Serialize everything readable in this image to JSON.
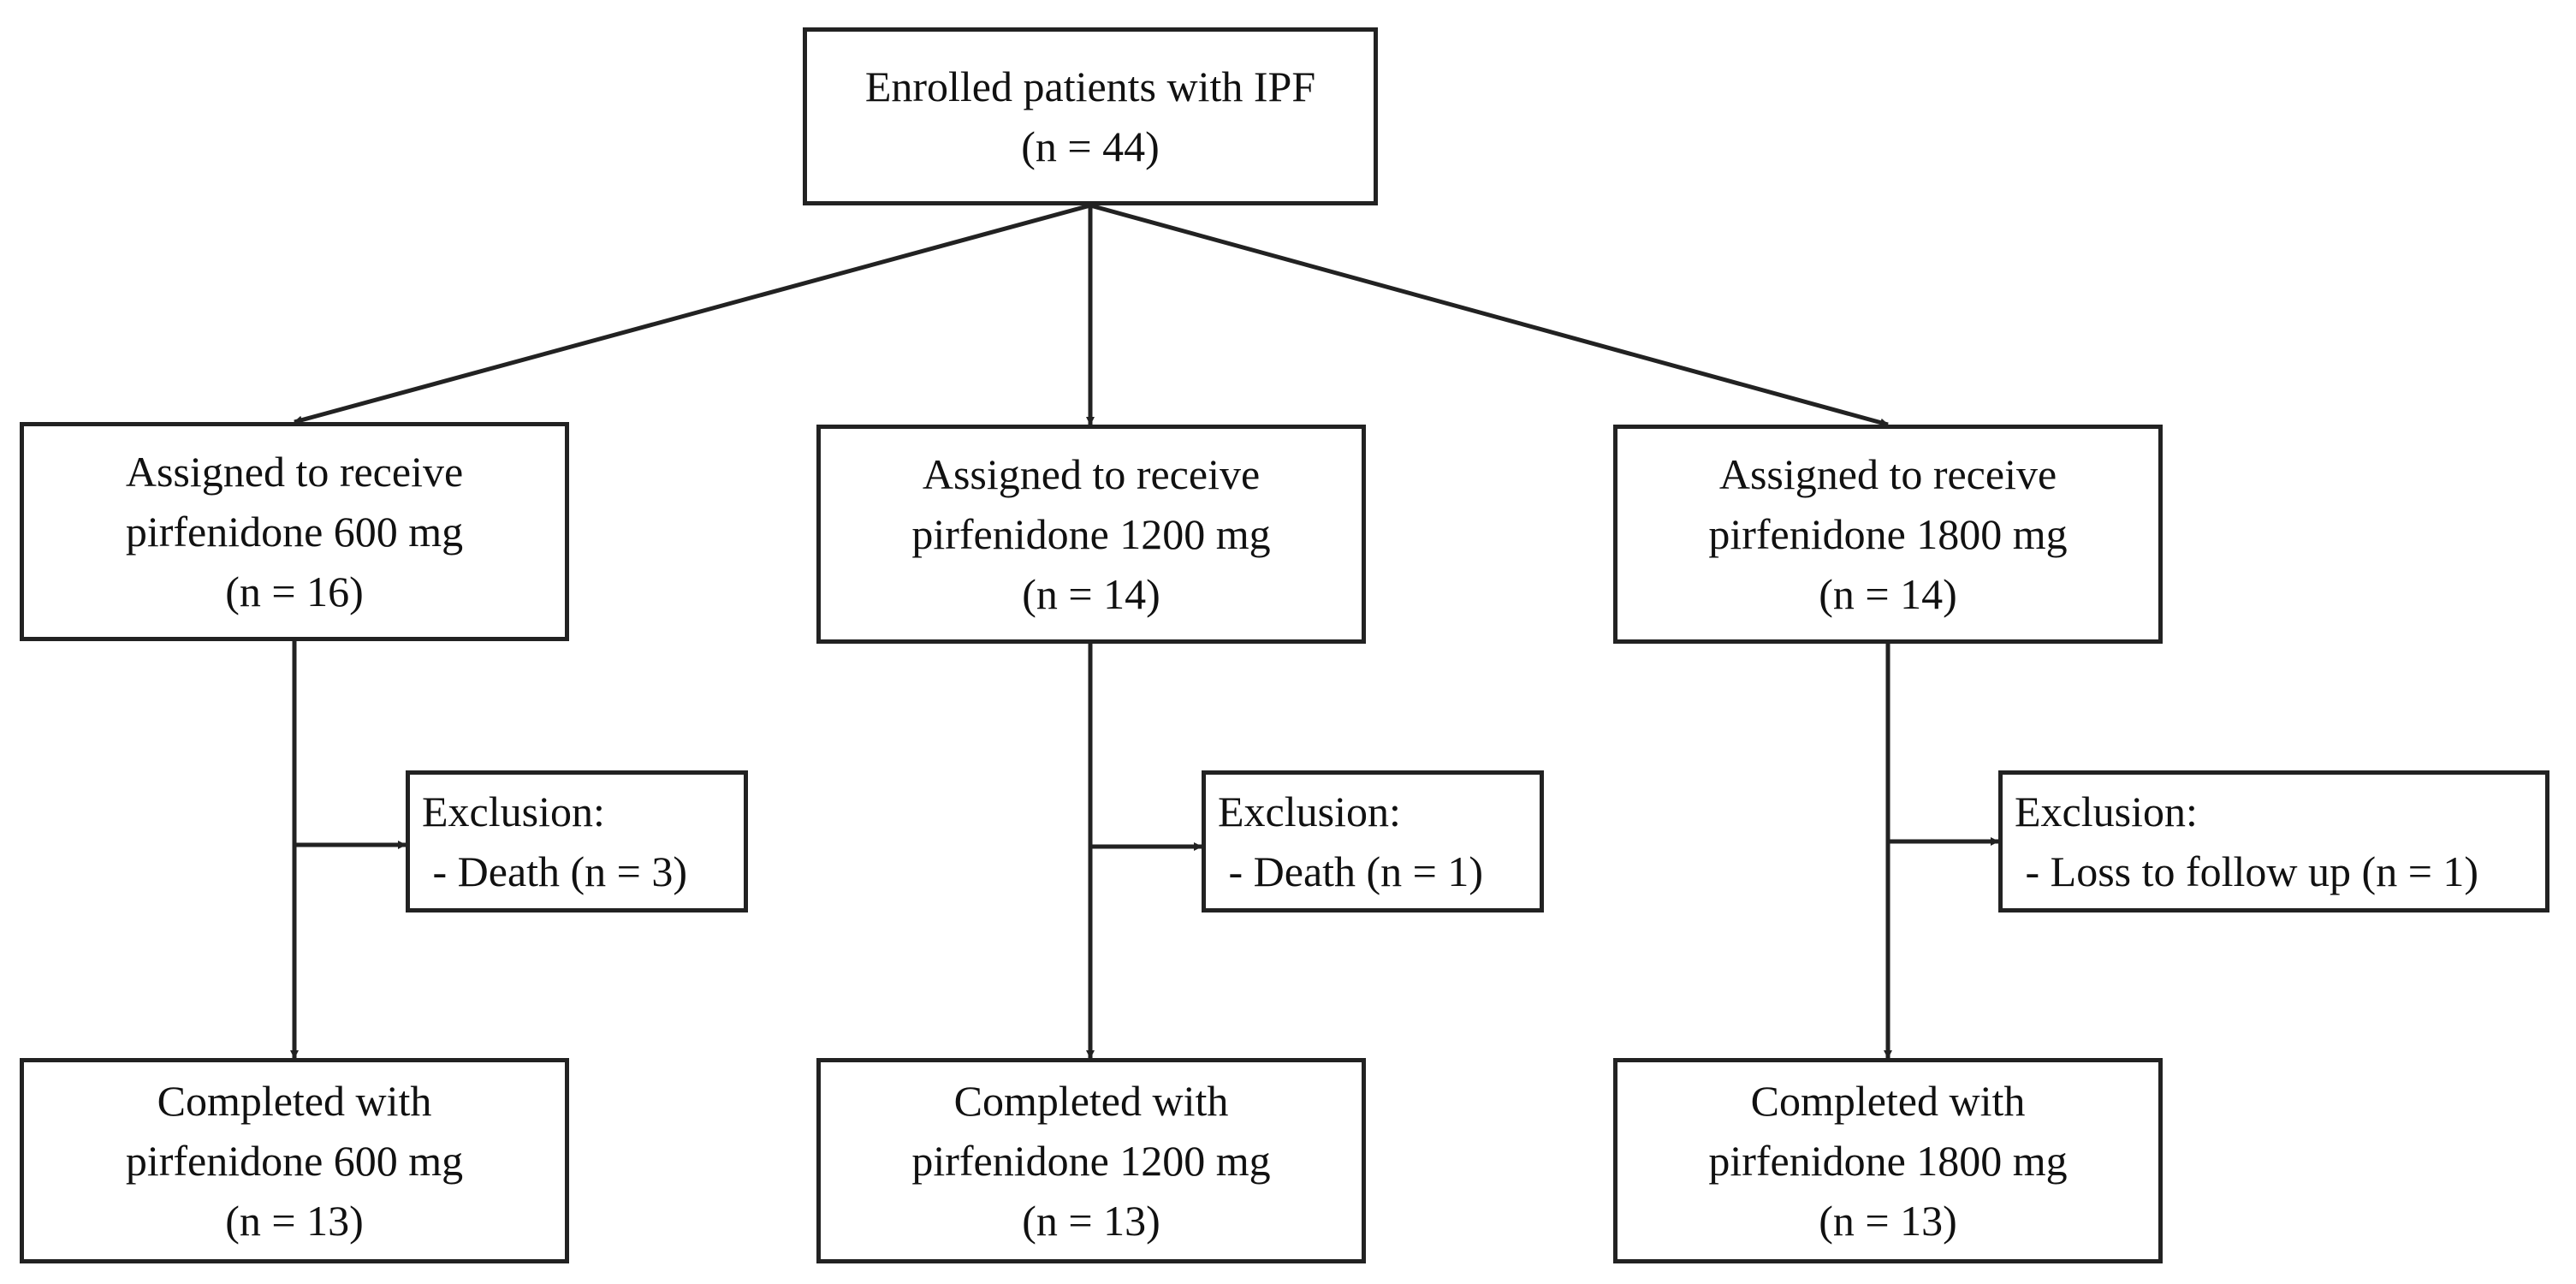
{
  "diagram": {
    "enrolled": {
      "lines": [
        "Enrolled patients with IPF",
        "(n = 44)"
      ]
    },
    "arms": [
      {
        "assigned": [
          "Assigned to receive",
          "pirfenidone 600 mg",
          "(n = 16)"
        ],
        "exclusion": [
          "Exclusion:",
          " - Death (n = 3)"
        ],
        "completed": [
          "Completed with",
          "pirfenidone 600 mg",
          "(n = 13)"
        ]
      },
      {
        "assigned": [
          "Assigned to receive",
          "pirfenidone 1200 mg",
          "(n = 14)"
        ],
        "exclusion": [
          "Exclusion:",
          " - Death (n = 1)"
        ],
        "completed": [
          "Completed with",
          "pirfenidone 1200 mg",
          "(n = 13)"
        ]
      },
      {
        "assigned": [
          "Assigned to receive",
          "pirfenidone 1800 mg",
          "(n = 14)"
        ],
        "exclusion": [
          "Exclusion:",
          " - Loss to follow up (n = 1)"
        ],
        "completed": [
          "Completed with",
          "pirfenidone 1800 mg",
          "(n = 13)"
        ]
      }
    ],
    "colors": {
      "line": "#222222",
      "text": "#111111",
      "background": "#ffffff"
    }
  }
}
